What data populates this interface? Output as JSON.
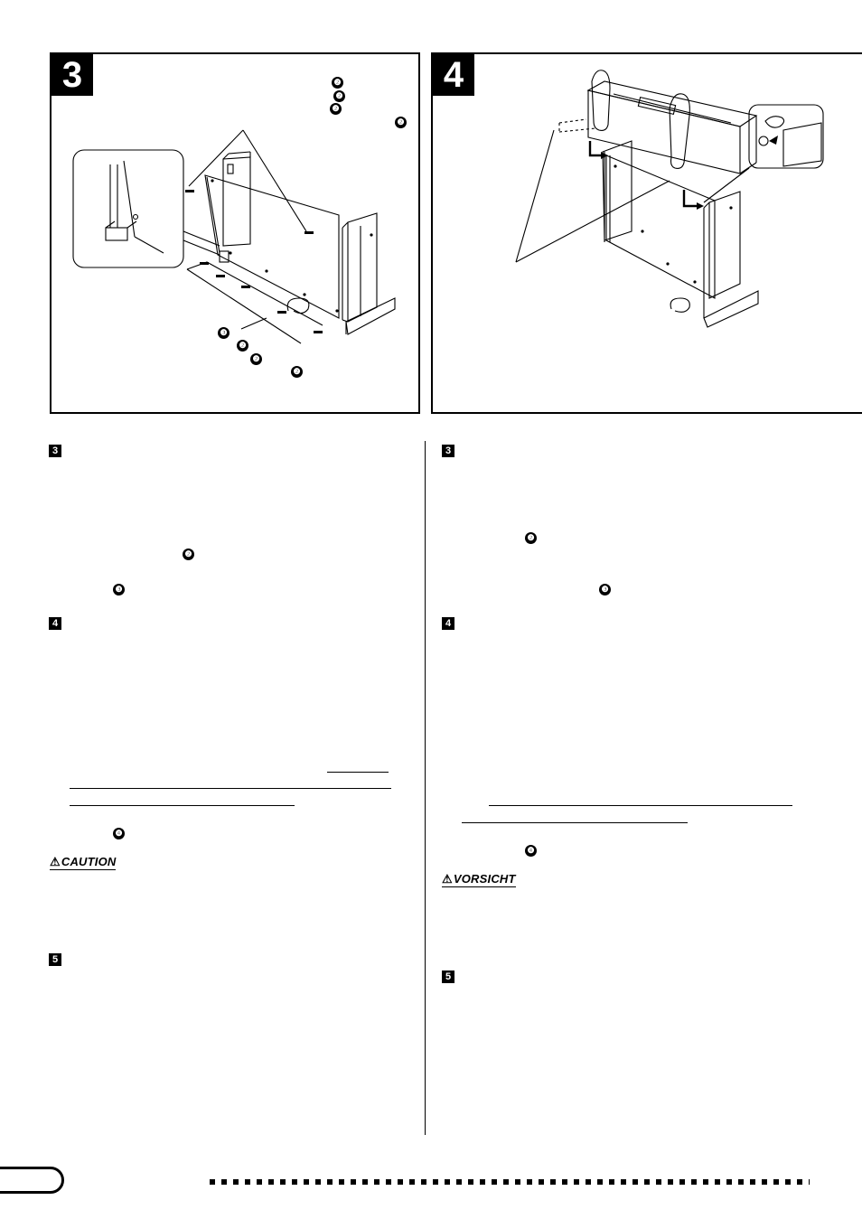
{
  "figures": {
    "step3": {
      "badge": "3",
      "callout_markers": [
        "❷",
        "❷",
        "❷",
        "❷"
      ],
      "screw_markers": [
        "❸",
        "❷",
        "❷",
        "❷"
      ]
    },
    "step4": {
      "badge": "4"
    }
  },
  "left_column": {
    "step3_marker": "3",
    "ref2": "❷",
    "ref3": "❸",
    "step4_marker": "4",
    "ref4": "❹",
    "caution_label": "CAUTION",
    "step5_marker": "5"
  },
  "right_column": {
    "step3_marker": "3",
    "ref2": "❷",
    "ref3": "❸",
    "step4_marker": "4",
    "ref4": "❹",
    "caution_label": "VORSICHT",
    "step5_marker": "5"
  }
}
